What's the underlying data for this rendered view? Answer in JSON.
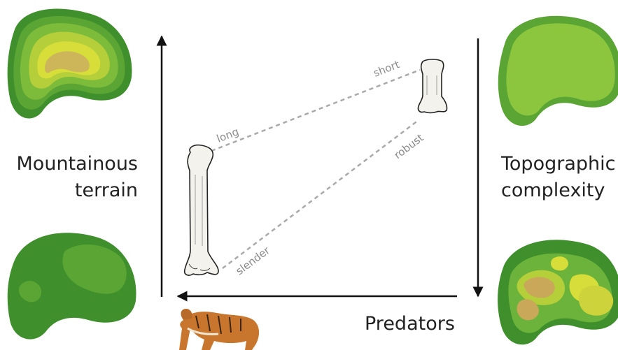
{
  "left_axis": {
    "line1": "Mountainous",
    "line2": "terrain"
  },
  "right_axis": {
    "line1": "Topographic",
    "line2": "complexity"
  },
  "bottom_axis": {
    "label": "Predators"
  },
  "bone_labels": {
    "long": "long",
    "slender": "slender",
    "short": "short",
    "robust": "robust"
  },
  "colors": {
    "arrow": "#111111",
    "dashed_line": "#aaaaaa",
    "bone_label": "#8a8a8a",
    "region_dark": "#3f8f2c",
    "region_mid": "#6bb33a",
    "region_light": "#8cc63f",
    "region_yellow": "#d7de3a",
    "region_tan": "#c9a85a"
  },
  "icons": [
    "humerus-bone-icon",
    "short-bone-icon",
    "tiger-icon",
    "terrain-map-icon"
  ]
}
